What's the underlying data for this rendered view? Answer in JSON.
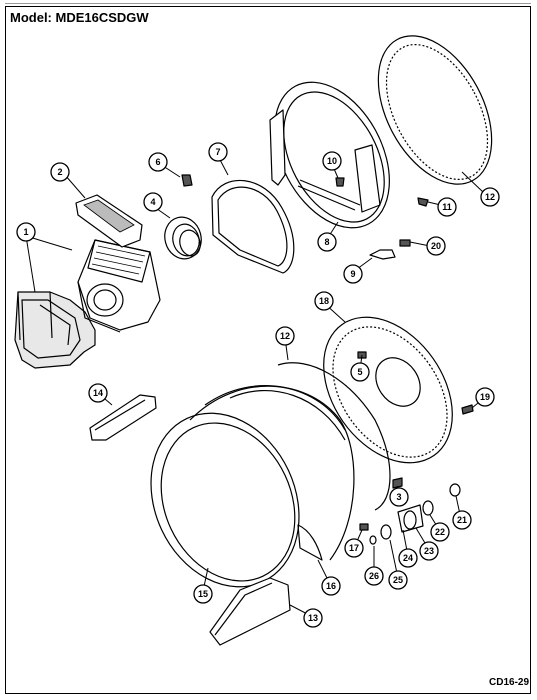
{
  "header": {
    "model_label": "Model:  MDE16CSDGW"
  },
  "footer": {
    "code": "CD16-29"
  },
  "callouts": [
    {
      "id": "c1",
      "label": "1"
    },
    {
      "id": "c2",
      "label": "2"
    },
    {
      "id": "c3",
      "label": "3"
    },
    {
      "id": "c4",
      "label": "4"
    },
    {
      "id": "c5",
      "label": "5"
    },
    {
      "id": "c6",
      "label": "6"
    },
    {
      "id": "c7",
      "label": "7"
    },
    {
      "id": "c8",
      "label": "8"
    },
    {
      "id": "c9",
      "label": "9"
    },
    {
      "id": "c10",
      "label": "10"
    },
    {
      "id": "c11",
      "label": "11"
    },
    {
      "id": "c12a",
      "label": "12"
    },
    {
      "id": "c12b",
      "label": "12"
    },
    {
      "id": "c13",
      "label": "13"
    },
    {
      "id": "c14",
      "label": "14"
    },
    {
      "id": "c15",
      "label": "15"
    },
    {
      "id": "c16",
      "label": "16"
    },
    {
      "id": "c17",
      "label": "17"
    },
    {
      "id": "c18",
      "label": "18"
    },
    {
      "id": "c19",
      "label": "19"
    },
    {
      "id": "c20",
      "label": "20"
    },
    {
      "id": "c21",
      "label": "21"
    },
    {
      "id": "c22",
      "label": "22"
    },
    {
      "id": "c23",
      "label": "23"
    },
    {
      "id": "c24",
      "label": "24"
    },
    {
      "id": "c25",
      "label": "25"
    },
    {
      "id": "c26",
      "label": "26"
    }
  ]
}
